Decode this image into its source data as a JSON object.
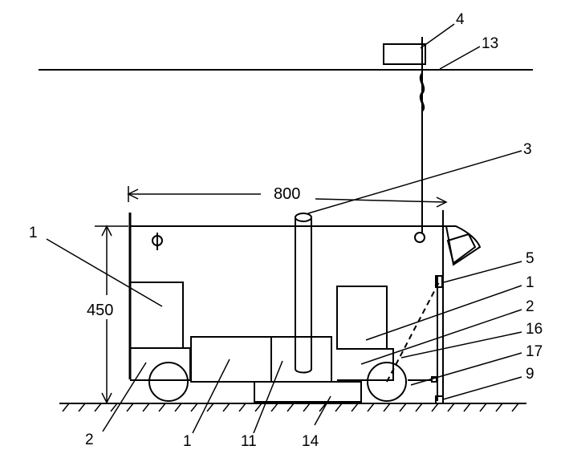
{
  "diagram": {
    "callouts": [
      {
        "id": "callout-4",
        "text": "4"
      },
      {
        "id": "callout-13",
        "text": "13"
      },
      {
        "id": "callout-3",
        "text": "3"
      },
      {
        "id": "callout-1-left",
        "text": "1"
      },
      {
        "id": "callout-5",
        "text": "5"
      },
      {
        "id": "callout-1-right",
        "text": "1"
      },
      {
        "id": "callout-2-right",
        "text": "2"
      },
      {
        "id": "callout-16",
        "text": "16"
      },
      {
        "id": "callout-17",
        "text": "17"
      },
      {
        "id": "callout-9",
        "text": "9"
      },
      {
        "id": "callout-2-bottom",
        "text": "2"
      },
      {
        "id": "callout-1-bottom",
        "text": "1"
      },
      {
        "id": "callout-11",
        "text": "11"
      },
      {
        "id": "callout-14",
        "text": "14"
      }
    ],
    "dimensions": {
      "width": "800",
      "height": "450"
    }
  }
}
